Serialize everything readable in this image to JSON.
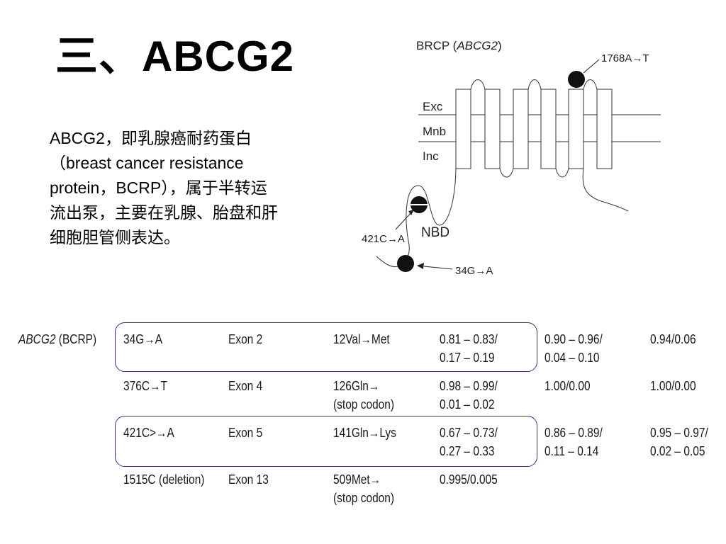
{
  "slide": {
    "title": "三、ABCG2",
    "description_lines": [
      "ABCG2，即乳腺癌耐药蛋白",
      "（breast cancer resistance",
      "protein，BCRP），属于半转运",
      "流出泵，主要在乳腺、胎盘和肝",
      "细胞胆管侧表达。"
    ]
  },
  "diagram": {
    "title_prefix": "BRCP (",
    "title_italic": "ABCG2",
    "title_suffix": ")",
    "layers": [
      "Exc",
      "Mnb",
      "Inc"
    ],
    "domain_label": "NBD",
    "snps": {
      "top": "1768A→T",
      "mid": "421C→A",
      "bottom": "34G→A"
    }
  },
  "table": {
    "gene_italic": "ABCG2",
    "gene_suffix": " (BCRP)",
    "rows": [
      {
        "variant": "34G→A",
        "exon": "Exon 2",
        "aa": [
          "12Val→Met",
          ""
        ],
        "freq1": [
          "0.81 – 0.83/",
          "0.17 – 0.19"
        ],
        "freq2": [
          "0.90 – 0.96/",
          "0.04 – 0.10"
        ],
        "freq3": [
          "0.94/0.06",
          ""
        ],
        "highlighted": true
      },
      {
        "variant": "376C→T",
        "exon": "Exon 4",
        "aa": [
          "126Gln→",
          "(stop codon)"
        ],
        "freq1": [
          "0.98 – 0.99/",
          "0.01 – 0.02"
        ],
        "freq2": [
          "1.00/0.00",
          ""
        ],
        "freq3": [
          "1.00/0.00",
          ""
        ],
        "highlighted": false
      },
      {
        "variant": "421C>→A",
        "exon": "Exon 5",
        "aa": [
          "141Gln→Lys",
          ""
        ],
        "freq1": [
          "0.67 – 0.73/",
          "0.27 – 0.33"
        ],
        "freq2": [
          "0.86 – 0.89/",
          "0.11 – 0.14"
        ],
        "freq3": [
          "0.95 – 0.97/",
          "0.02 – 0.05"
        ],
        "highlighted": true
      },
      {
        "variant": "1515C (deletion)",
        "exon": "Exon 13",
        "aa": [
          "509Met→",
          "(stop codon)"
        ],
        "freq1": [
          "0.995/0.005",
          ""
        ],
        "freq2": [
          "",
          ""
        ],
        "freq3": [
          "",
          ""
        ],
        "highlighted": false
      }
    ]
  },
  "colors": {
    "highlight_border": "#2c3488",
    "text": "#1a1a1a"
  }
}
